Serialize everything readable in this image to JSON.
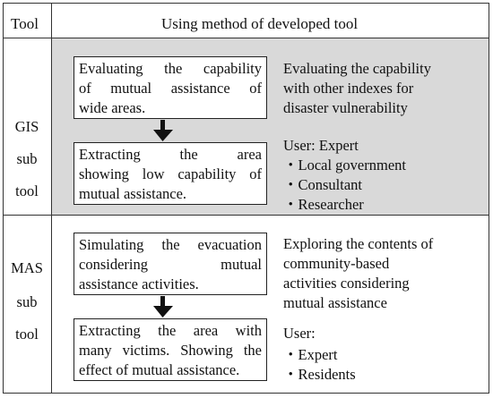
{
  "header": {
    "col1": "Tool",
    "col2": "Using method of developed tool"
  },
  "gis": {
    "tool_label": [
      "GIS",
      "sub",
      "tool"
    ],
    "box1": [
      "Evaluating the capability",
      "of mutual assistance of",
      "wide areas."
    ],
    "box2": [
      "Extracting the area",
      "showing low capability of",
      "mutual assistance."
    ],
    "description": [
      "Evaluating the capability",
      "with other indexes for",
      "disaster vulnerability"
    ],
    "user_title": "User: Expert",
    "users": [
      "・Local government",
      "・Consultant",
      "・Researcher"
    ]
  },
  "mas": {
    "tool_label": [
      "MAS",
      "sub",
      "tool"
    ],
    "box1": [
      "Simulating the evacuation",
      "considering mutual",
      "assistance activities."
    ],
    "box2": [
      "Extracting the area with",
      "many victims. Showing the",
      "effect of mutual assistance."
    ],
    "description": [
      "Exploring the contents of",
      "community-based",
      "activities considering",
      "mutual assistance"
    ],
    "user_title": "User:",
    "users": [
      "・Expert",
      "・Residents"
    ]
  },
  "colors": {
    "gis_background": "#d9d9d9",
    "border": "#333333"
  }
}
